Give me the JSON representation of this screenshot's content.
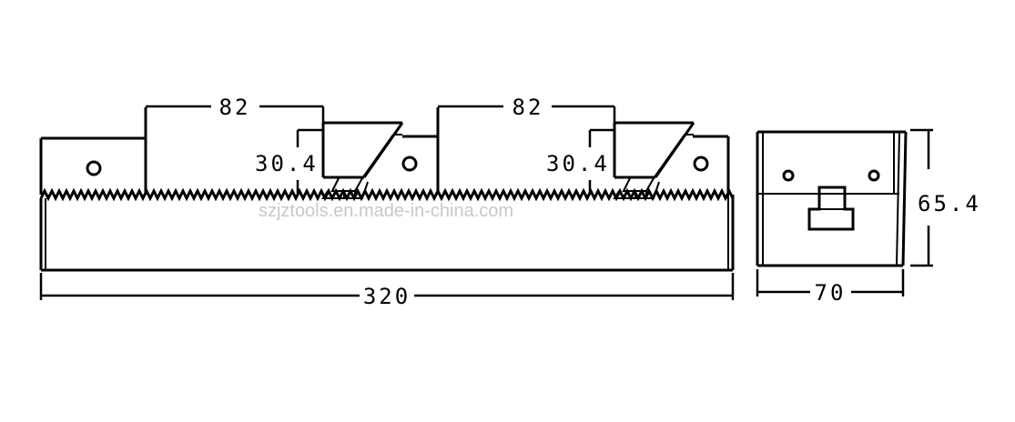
{
  "drawing": {
    "front_view": {
      "pitch_dim_left": "82",
      "pitch_dim_right": "82",
      "height_dim_left": "30.4",
      "height_dim_right": "30.4",
      "length_dim": "320"
    },
    "side_view": {
      "width_dim": "70",
      "height_dim": "65.4"
    },
    "watermark": "szjztools.en.made-in-china.com"
  },
  "colors": {
    "line": "#000000",
    "background": "#ffffff",
    "watermark": "#c8c8c8"
  }
}
